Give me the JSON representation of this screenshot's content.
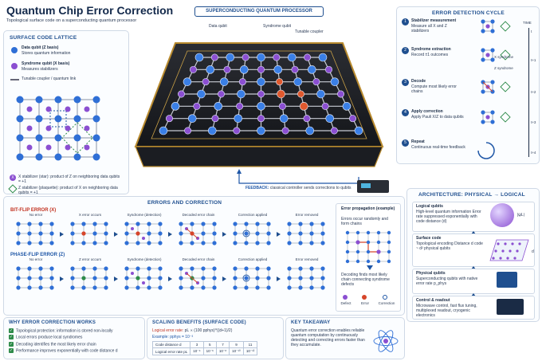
{
  "header": {
    "title": "Quantum Chip Error Correction",
    "subtitle": "Topological surface code on a superconducting quantum processor"
  },
  "processor": {
    "title": "SUPERCONDUCTING QUANTUM PROCESSOR",
    "labels": {
      "data_qubit": "Data qubit",
      "syndrome_qubit": "Syndrome qubit",
      "coupler": "Tunable coupler"
    },
    "feedback_bold": "FEEDBACK:",
    "feedback_text": "classical controller sends corrections to qubits"
  },
  "lattice": {
    "title": "SURFACE CODE LATTICE",
    "legend": [
      {
        "name": "Data qubit (Z basis)",
        "desc": "Stores quantum information"
      },
      {
        "name": "Syndrome qubit (X basis)",
        "desc": "Measures stabilizers"
      },
      {
        "name": "Tunable coupler / quantum link",
        "desc": ""
      }
    ],
    "x_stab": "X stabilizer (star): product of Z on neighboring data qubits = +1",
    "z_stab": "Z stabilizer (plaquette): product of X on neighboring data qubits = +1",
    "x_mark": "X",
    "z_mark": "Z"
  },
  "cycle": {
    "title": "ERROR DETECTION CYCLE",
    "time_label": "TIME",
    "steps": [
      {
        "num": "1",
        "name": "Stabilizer measurement",
        "desc": "Measure all X and Z stabilizers"
      },
      {
        "num": "2",
        "name": "Syndrome extraction",
        "desc": "Record ±1 outcomes"
      },
      {
        "num": "3",
        "name": "Decode",
        "desc": "Compute most likely error chains"
      },
      {
        "num": "4",
        "name": "Apply correction",
        "desc": "Apply Pauli X/Z to data qubits"
      },
      {
        "num": "5",
        "name": "Repeat",
        "desc": "Continuous real-time feedback"
      }
    ],
    "syn_labels": [
      "X syndrome",
      "Z syndrome"
    ],
    "ticks": [
      "t",
      "t+1",
      "t+2",
      "t+3",
      "t+4"
    ]
  },
  "errors": {
    "title": "ERRORS AND CORRECTION",
    "bitflip": "BIT-FLIP ERROR (X)",
    "phaseflip": "PHASE-FLIP ERROR (Z)",
    "stages": [
      "No error",
      "X error occurs",
      "Syndrome (detection)",
      "Decoded error chain",
      "Correction applied",
      "Error removed"
    ],
    "stages2": [
      "No error",
      "Z error occurs",
      "Syndrome (detection)",
      "Decoded error chain",
      "Correction applied",
      "Error removed"
    ],
    "prop_title": "Error propagation (example)",
    "prop_desc": "Errors occur randomly and form chains",
    "prop_note": "Decoding finds most likely chain connecting syndrome defects",
    "prop_legend": [
      "Defect",
      "Error",
      "Correction"
    ]
  },
  "architecture": {
    "title": "ARCHITECTURE: PHYSICAL → LOGICAL",
    "layers": [
      {
        "name": "Logical qubits",
        "desc": "High-level quantum information Error rate suppressed exponentially with code distance (d)"
      },
      {
        "name": "Surface code",
        "desc": "Topological encoding Distance d code ~ d² physical qubits"
      },
      {
        "name": "Physical qubits",
        "desc": "Superconducting qubits with native error rate p_phys"
      },
      {
        "name": "Control & readout",
        "desc": "Microwave control, fast flux tuning, multiplexed readout, cryogenic electronics"
      }
    ],
    "psi": "|ψL⟩",
    "d_label": "d"
  },
  "why": {
    "title": "WHY ERROR CORRECTION WORKS",
    "items": [
      "Topological protection: information is stored non-locally",
      "Local errors produce local syndromes",
      "Decoding identifies the most likely error chain",
      "Performance improves exponentially with code distance d"
    ]
  },
  "scaling": {
    "title": "SCALING BENEFITS (SURFACE CODE)",
    "formula_label": "Logical error rate:",
    "formula": "pL ∝ (100 pphys)^((d+1)/2)",
    "example": "Example: pphys = 10⁻³",
    "row1_label": "Code distance d",
    "row1": [
      "3",
      "5",
      "7",
      "9",
      "11"
    ],
    "row2_label": "Logical error rate pL",
    "row2": [
      "10⁻⁴",
      "10⁻⁶",
      "10⁻⁸",
      "10⁻¹⁰",
      "10⁻¹²"
    ]
  },
  "takeaway": {
    "title": "KEY TAKEAWAY",
    "text": "Quantum error correction enables reliable quantum computation by continuously detecting and correcting errors faster than they accumulate."
  },
  "colors": {
    "accent": "#1f4f8f",
    "data": "#2f6fd6",
    "syndrome": "#8b4fd1",
    "error": "#d6452a",
    "ok": "#2e8b4a"
  }
}
